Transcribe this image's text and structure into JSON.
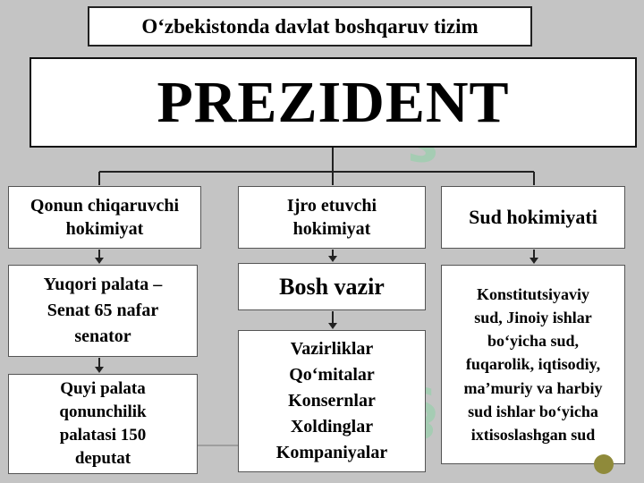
{
  "diagram": {
    "title": "O‘zbekistonda davlat boshqaruv tizim",
    "president": "PREZIDENT",
    "branches": {
      "legislative": {
        "header_lines": [
          "Qonun chiqaruvchi",
          "hokimiyat"
        ],
        "upper_lines": [
          "Yuqori palata –",
          "Senat 65 nafar",
          "senator"
        ],
        "lower_lines": [
          "Quyi palata",
          "qonunchilik",
          "palatasi 150",
          "deputat"
        ]
      },
      "executive": {
        "header_lines": [
          "Ijro etuvchi",
          "hokimiyat"
        ],
        "head": "Bosh vazir",
        "bodies": [
          "Vazirliklar",
          "Qo‘mitalar",
          "Konsernlar",
          "Xoldinglar",
          "Kompaniyalar"
        ]
      },
      "judicial": {
        "header": "Sud hokimiyati",
        "courts_lines": [
          "Konstitutsiyaviy",
          "sud, Jinoiy ishlar",
          "bo‘yicha sud,",
          "fuqarolik, iqtisodiy,",
          "ma’muriy va harbiy",
          "sud ishlar bo‘yicha",
          "ixtisoslashgan sud"
        ]
      }
    }
  }
}
